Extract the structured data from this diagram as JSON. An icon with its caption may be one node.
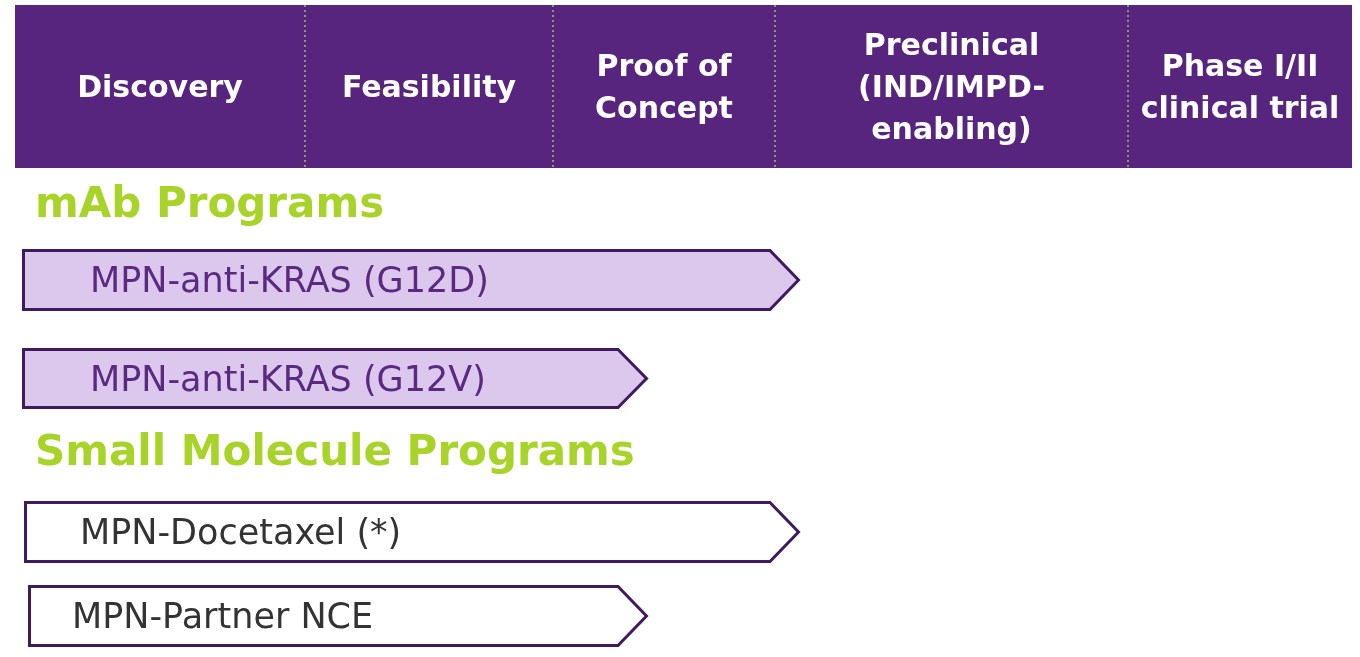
{
  "diagram": {
    "nodes": [
      {
        "text": [
          "Discovery"
        ]
      },
      {
        "text": [
          "Feasibility"
        ]
      },
      {
        "text": [
          "Proof of Concept"
        ]
      },
      {
        "text": [
          "Preclinical (IND/IMPD-enabling)"
        ]
      },
      {
        "text": [
          "Phase I/II clinical trial"
        ]
      },
      {
        "text": [
          "MPN-anti-KRAS (G12D)"
        ]
      },
      {
        "text": [
          "MPN-anti-KRAS (G12V)"
        ]
      },
      {
        "text": [
          "MPN-Docetaxel (*)"
        ]
      },
      {
        "text": [
          "MPN-Partner NCE"
        ]
      }
    ],
    "labels": [
      "mAb Programs",
      "Small Molecule Programs"
    ]
  }
}
